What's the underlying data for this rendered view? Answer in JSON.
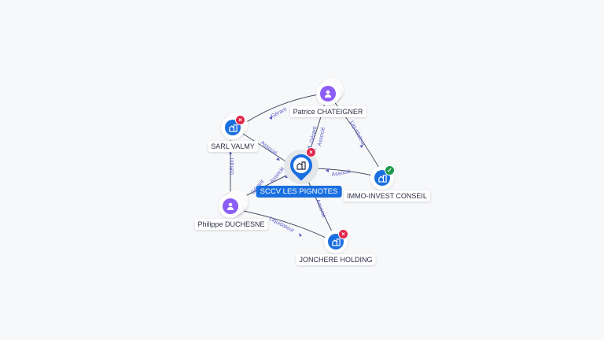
{
  "graph": {
    "center": {
      "label": "SCCV LES PIGNOTES",
      "type": "company",
      "status": "closed",
      "icon": "building-icon"
    },
    "nodes": [
      {
        "id": "patrice",
        "label": "Patrice CHATEIGNER",
        "type": "person",
        "icon": "person-icon"
      },
      {
        "id": "sarl",
        "label": "SARL VALMY",
        "type": "company",
        "status": "closed",
        "icon": "building-icon"
      },
      {
        "id": "immo",
        "label": "IMMO-INVEST CONSEIL",
        "type": "company",
        "status": "active",
        "icon": "building-icon"
      },
      {
        "id": "philippe",
        "label": "Philippe DUCHESNE",
        "type": "person",
        "icon": "person-icon"
      },
      {
        "id": "jonchere",
        "label": "JONCHERE HOLDING",
        "type": "company",
        "status": "closed",
        "icon": "building-icon"
      }
    ],
    "edges": [
      {
        "from": "patrice",
        "to": "sarl",
        "label": "Gérant"
      },
      {
        "from": "patrice",
        "to": "center",
        "label": "Gérant"
      },
      {
        "from": "patrice",
        "to": "center",
        "label": "Associé"
      },
      {
        "from": "patrice",
        "to": "immo",
        "label": "Liquidateur"
      },
      {
        "from": "sarl",
        "to": "center",
        "label": "Associé"
      },
      {
        "from": "philippe",
        "to": "sarl",
        "label": "Gérant"
      },
      {
        "from": "philippe",
        "to": "center",
        "label": "Gérant"
      },
      {
        "from": "philippe",
        "to": "center",
        "label": "Associé"
      },
      {
        "from": "philippe",
        "to": "jonchere",
        "label": "Liquidateur"
      },
      {
        "from": "immo",
        "to": "center",
        "label": "Associé"
      },
      {
        "from": "jonchere",
        "to": "center",
        "label": "Associé"
      }
    ],
    "colors": {
      "company": "#1a6fe0",
      "person": "#8b5cf6",
      "closed_badge": "#e0244a",
      "active_badge": "#1f9a4a",
      "edge_label": "#5b5fc7"
    }
  }
}
